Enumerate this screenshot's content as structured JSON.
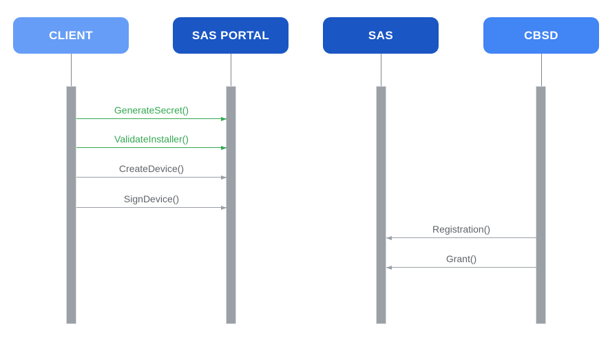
{
  "diagram": {
    "type": "sequence-diagram",
    "background": "#FFFFFF",
    "lifeline": {
      "stub_color": "#80868B",
      "activation_fill": "#9AA0A6",
      "activation_border": "#DADCE0"
    },
    "actors": [
      {
        "id": "client",
        "label": "CLIENT",
        "color": "#669DF6",
        "text_color": "#FFFFFF"
      },
      {
        "id": "sas-portal",
        "label": "SAS PORTAL",
        "color": "#1A56C4",
        "text_color": "#FFFFFF"
      },
      {
        "id": "sas",
        "label": "SAS",
        "color": "#1A56C4",
        "text_color": "#FFFFFF"
      },
      {
        "id": "cbsd",
        "label": "CBSD",
        "color": "#4285F4",
        "text_color": "#FFFFFF"
      }
    ],
    "messages": [
      {
        "label": "GenerateSecret()",
        "from": "client",
        "to": "sas-portal",
        "direction": "right",
        "text_color": "#34A853",
        "line_color": "#34A853"
      },
      {
        "label": "ValidateInstaller()",
        "from": "client",
        "to": "sas-portal",
        "direction": "right",
        "text_color": "#34A853",
        "line_color": "#34A853"
      },
      {
        "label": "CreateDevice()",
        "from": "client",
        "to": "sas-portal",
        "direction": "right",
        "text_color": "#5F6368",
        "line_color": "#9AA0A6"
      },
      {
        "label": "SignDevice()",
        "from": "client",
        "to": "sas-portal",
        "direction": "right",
        "text_color": "#5F6368",
        "line_color": "#9AA0A6"
      },
      {
        "label": "Registration()",
        "from": "cbsd",
        "to": "sas",
        "direction": "left",
        "text_color": "#5F6368",
        "line_color": "#9AA0A6"
      },
      {
        "label": "Grant()",
        "from": "cbsd",
        "to": "sas",
        "direction": "left",
        "text_color": "#5F6368",
        "line_color": "#9AA0A6"
      }
    ]
  }
}
